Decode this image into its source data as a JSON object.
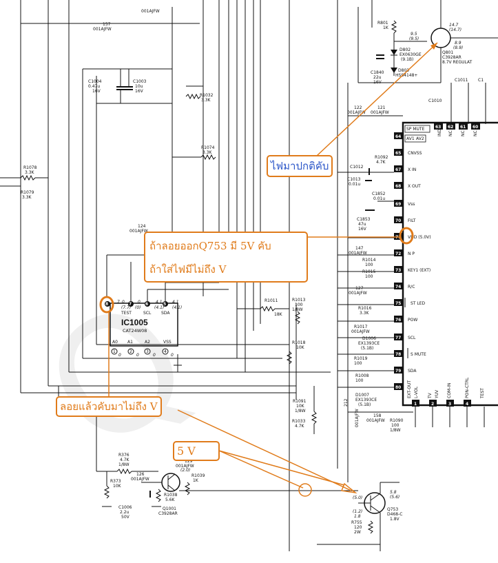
{
  "annotations": {
    "power_normal": "ไฟมาปกติคับ",
    "float_q753_line1": "ถ้าลอยออกQ753 มี 5V คับ",
    "float_q753_line2": "ถ้าใส่ไฟมีไม่ถึง V",
    "floated_not_reach": "ลอยแล้วคับมาไม่ถึง V",
    "five_v": "5 V"
  },
  "ic1005": {
    "ref": "IC1005",
    "part": "CAT24W08",
    "pins_top": [
      "TEST",
      "SCL",
      "SDA"
    ],
    "pins_bottom": [
      "A0",
      "A1",
      "A2",
      "VSS"
    ]
  },
  "mcu_pins": [
    {
      "num": "65",
      "label": "CNVSS"
    },
    {
      "num": "67",
      "label": "X IN"
    },
    {
      "num": "68",
      "label": "X OUT"
    },
    {
      "num": "69",
      "label": "Vss"
    },
    {
      "num": "70",
      "label": "FILT"
    },
    {
      "num": "71",
      "label": "VDD (5.0V)"
    },
    {
      "num": "72",
      "label": "N P"
    },
    {
      "num": "73",
      "label": "KEY1 (EXT)"
    },
    {
      "num": "74",
      "label": "R/C"
    },
    {
      "num": "75",
      "label": "ST LED"
    },
    {
      "num": "76",
      "label": "POW"
    },
    {
      "num": "77",
      "label": "SCL"
    },
    {
      "num": "78",
      "label": "S MUTE"
    },
    {
      "num": "79",
      "label": "SDA"
    }
  ],
  "mcu_top_labels": [
    "SP MUTE",
    "AV1",
    "AV2"
  ],
  "components": {
    "q801": {
      "ref": "Q801",
      "part": "C3928AR",
      "note": "8.7V REGULAT"
    },
    "q753": {
      "ref": "Q753",
      "part": "D468-C",
      "v": "1.8V"
    },
    "q1001": {
      "ref": "Q1001",
      "part": "C3928AR"
    },
    "r801": "R801\n1K",
    "d802": "D802\nEX0630GE\n(9.1B)",
    "d803": "D803\nHSS4148+",
    "c1840": "C1840\n22u\n16V",
    "c1004": "C1004\n0.47u\n16V",
    "c1003": "C1003\n10u\n16V",
    "r1032": "R1032\n3.3K",
    "r1074": "R1074\n3.3K",
    "r1078": "R1078\n3.3K",
    "r1079": "R1079\n3.3K",
    "j157": "157\n001AJFW",
    "j124": "124\n001AJFW",
    "c1013": "C1013\n0.01u",
    "c1852": "C1852\n0.01u",
    "c1853": "C1853\n47u\n16V",
    "r1092": "R1092\n4.7K",
    "j122": "122\n001AJFW",
    "j121": "121\n001AJFW",
    "r1011": "R1011\n18K",
    "r1013": "R1013\n100\n1/8W",
    "r1018": "R1018\n10K",
    "r1091": "R1091\n10K\n1/8W",
    "r1033": "R1033\n4.7K",
    "r376": "R376\n4.7K\n1/8W",
    "r373": "R373\n10K",
    "r1039": "R1039\n1K",
    "r1038": "R1038\n5.6K",
    "c1006": "C1006\n2.2u\n50V",
    "r755": "R755\n120\n2W",
    "j129": "129\n001AJFW",
    "j126": "126\n001AJFW",
    "r1090": "R1090\n100\n1/8W",
    "j158": "158\n001AJFW",
    "d1006": "D1006\nEX1393CE\n(5.1B)",
    "d1007": "D1007\nEX1393CE\n(5.1B)"
  },
  "colors": {
    "annotation_orange": "#e07b1a",
    "annotation_blue_text": "#2a55c8",
    "wire": "#111111"
  }
}
